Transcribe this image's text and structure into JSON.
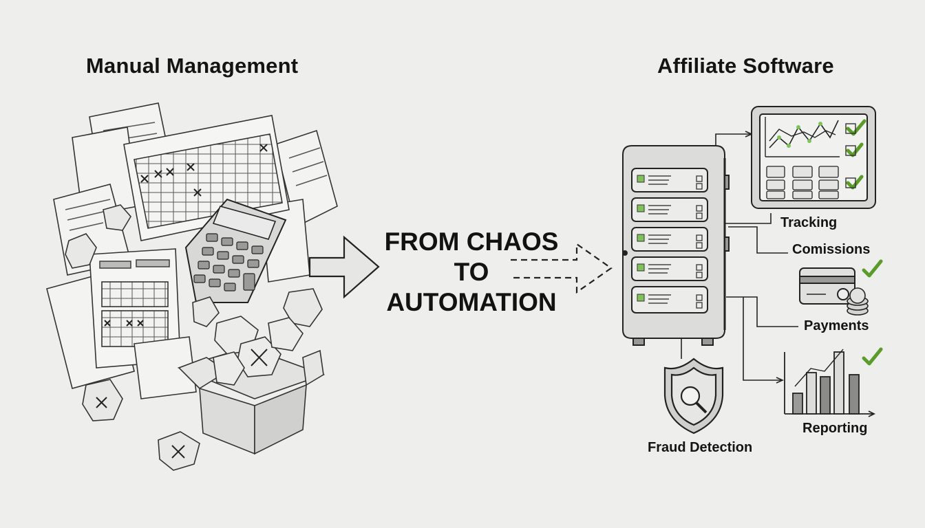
{
  "left_section": {
    "heading": "Manual Management"
  },
  "center": {
    "line1": "FROM CHAOS",
    "line2": "TO",
    "line3": "AUTOMATION"
  },
  "right_section": {
    "heading": "Affiliate Software",
    "features": {
      "tracking": "Tracking",
      "commissions": "Comissions",
      "payments": "Payments",
      "reporting": "Reporting",
      "fraud_detection": "Fraud Detection"
    }
  },
  "colors": {
    "check": "#5a9b2a",
    "led": "#7fc25a",
    "ink": "#2a2a2a",
    "paper": "#eeeeec"
  }
}
